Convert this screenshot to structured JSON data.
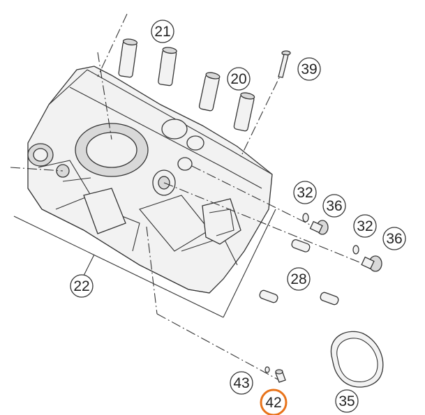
{
  "diagram": {
    "highlight_color": "#e8731a",
    "callouts": [
      {
        "id": "c21",
        "label": "21"
      },
      {
        "id": "c20",
        "label": "20"
      },
      {
        "id": "c39",
        "label": "39"
      },
      {
        "id": "c32a",
        "label": "32"
      },
      {
        "id": "c36a",
        "label": "36"
      },
      {
        "id": "c32b",
        "label": "32"
      },
      {
        "id": "c36b",
        "label": "36"
      },
      {
        "id": "c28",
        "label": "28"
      },
      {
        "id": "c22",
        "label": "22"
      },
      {
        "id": "c43",
        "label": "43"
      },
      {
        "id": "c42",
        "label": "42",
        "highlighted": true
      },
      {
        "id": "c35",
        "label": "35"
      }
    ]
  }
}
